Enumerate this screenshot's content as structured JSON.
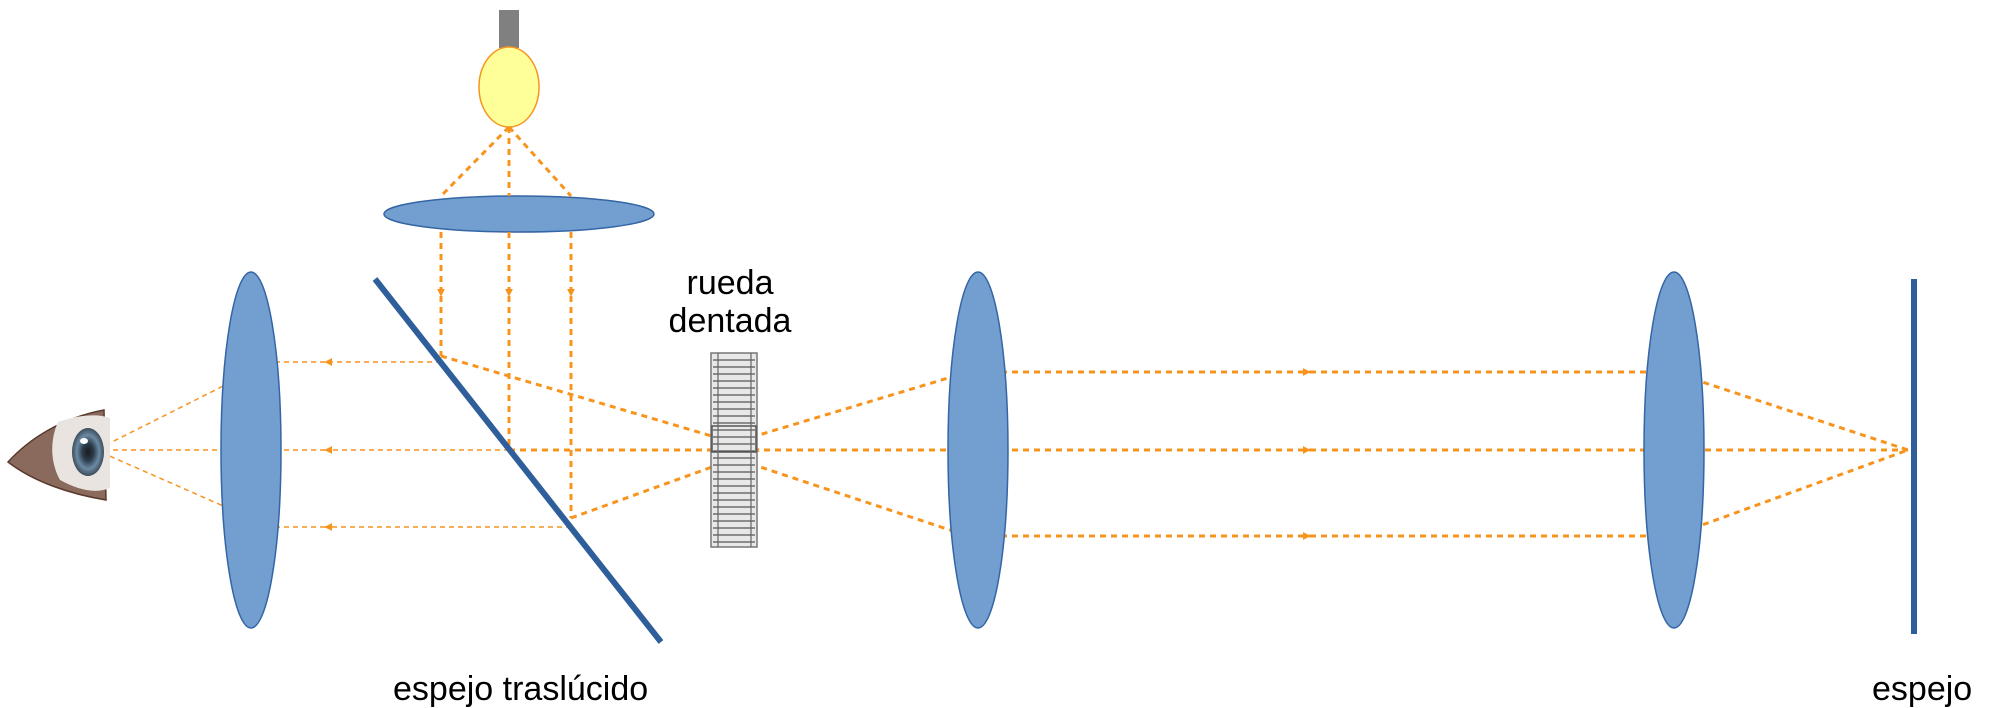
{
  "labels": {
    "toothed_wheel_line1": "rueda",
    "toothed_wheel_line2": "dentada",
    "semitransparent_mirror": "espejo traslúcido",
    "mirror": "espejo"
  },
  "colors": {
    "ray": "#F7941D",
    "lens_fill": "#729FCF",
    "lens_stroke": "#3465A4",
    "mirror": "#2F5F9B",
    "bulb_fill": "#FFFF99",
    "bulb_stroke": "#F7941D",
    "socket": "#808080",
    "wheel": "#E8E8E8",
    "wheel_teeth": "#555555"
  },
  "icons": {
    "light_source": "light-bulb-icon",
    "observer": "eye-icon"
  }
}
